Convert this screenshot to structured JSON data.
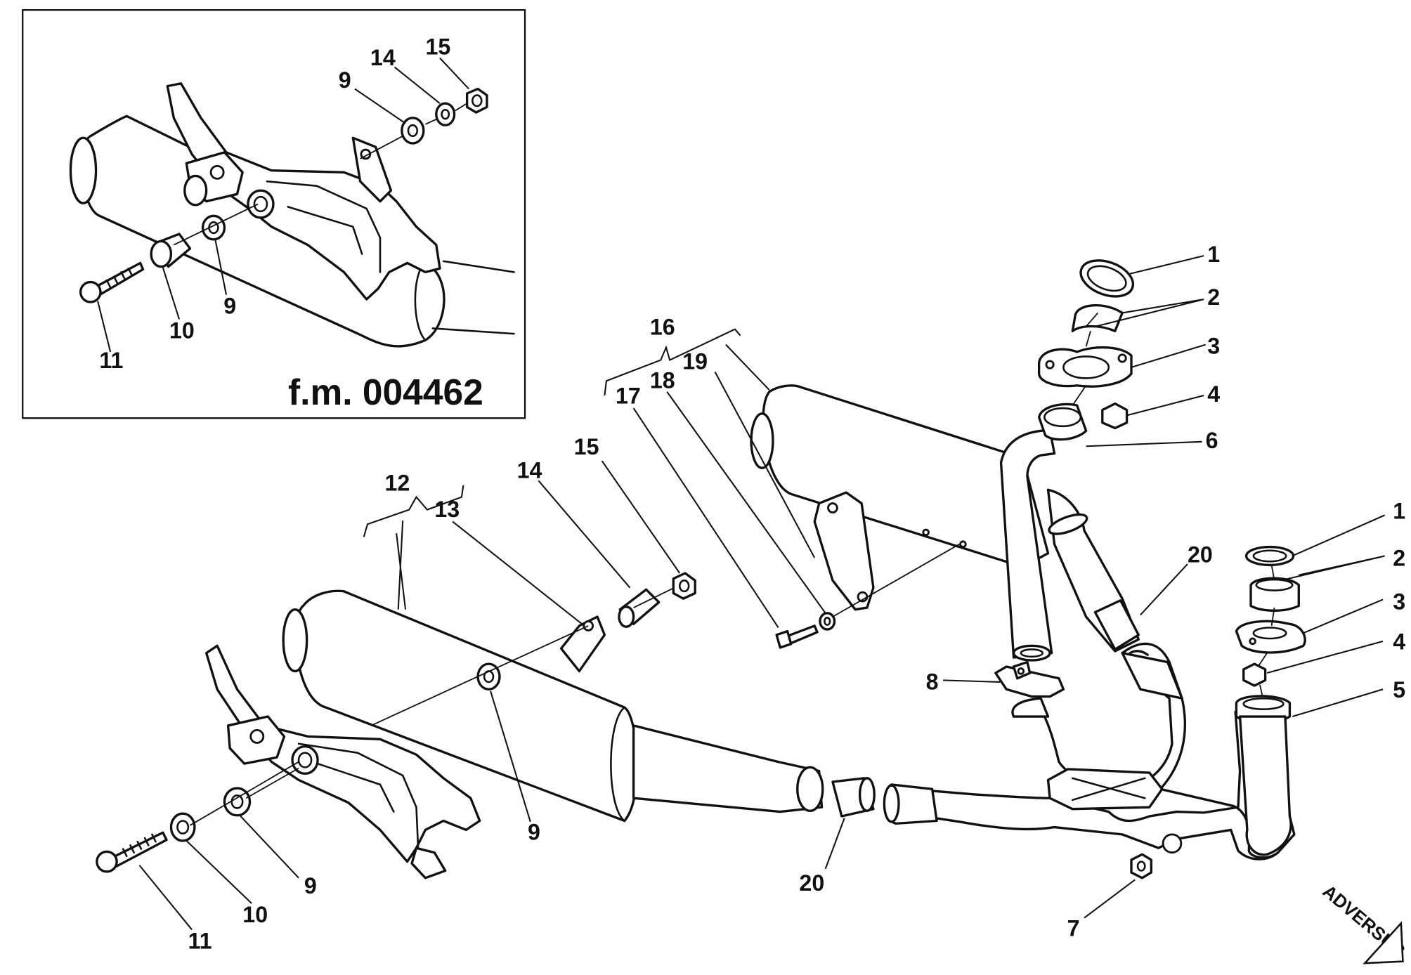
{
  "drawing": {
    "reference": "f.m. 004462",
    "brand": "ADVERSUS",
    "inset_callouts": [
      "9",
      "9",
      "10",
      "11",
      "14",
      "15"
    ],
    "main_callouts": [
      "1",
      "2",
      "3",
      "4",
      "6",
      "16",
      "17",
      "18",
      "19",
      "1",
      "2",
      "3",
      "4",
      "5",
      "20",
      "8",
      "12",
      "13",
      "14",
      "15",
      "9",
      "9",
      "10",
      "11",
      "20",
      "7"
    ]
  }
}
